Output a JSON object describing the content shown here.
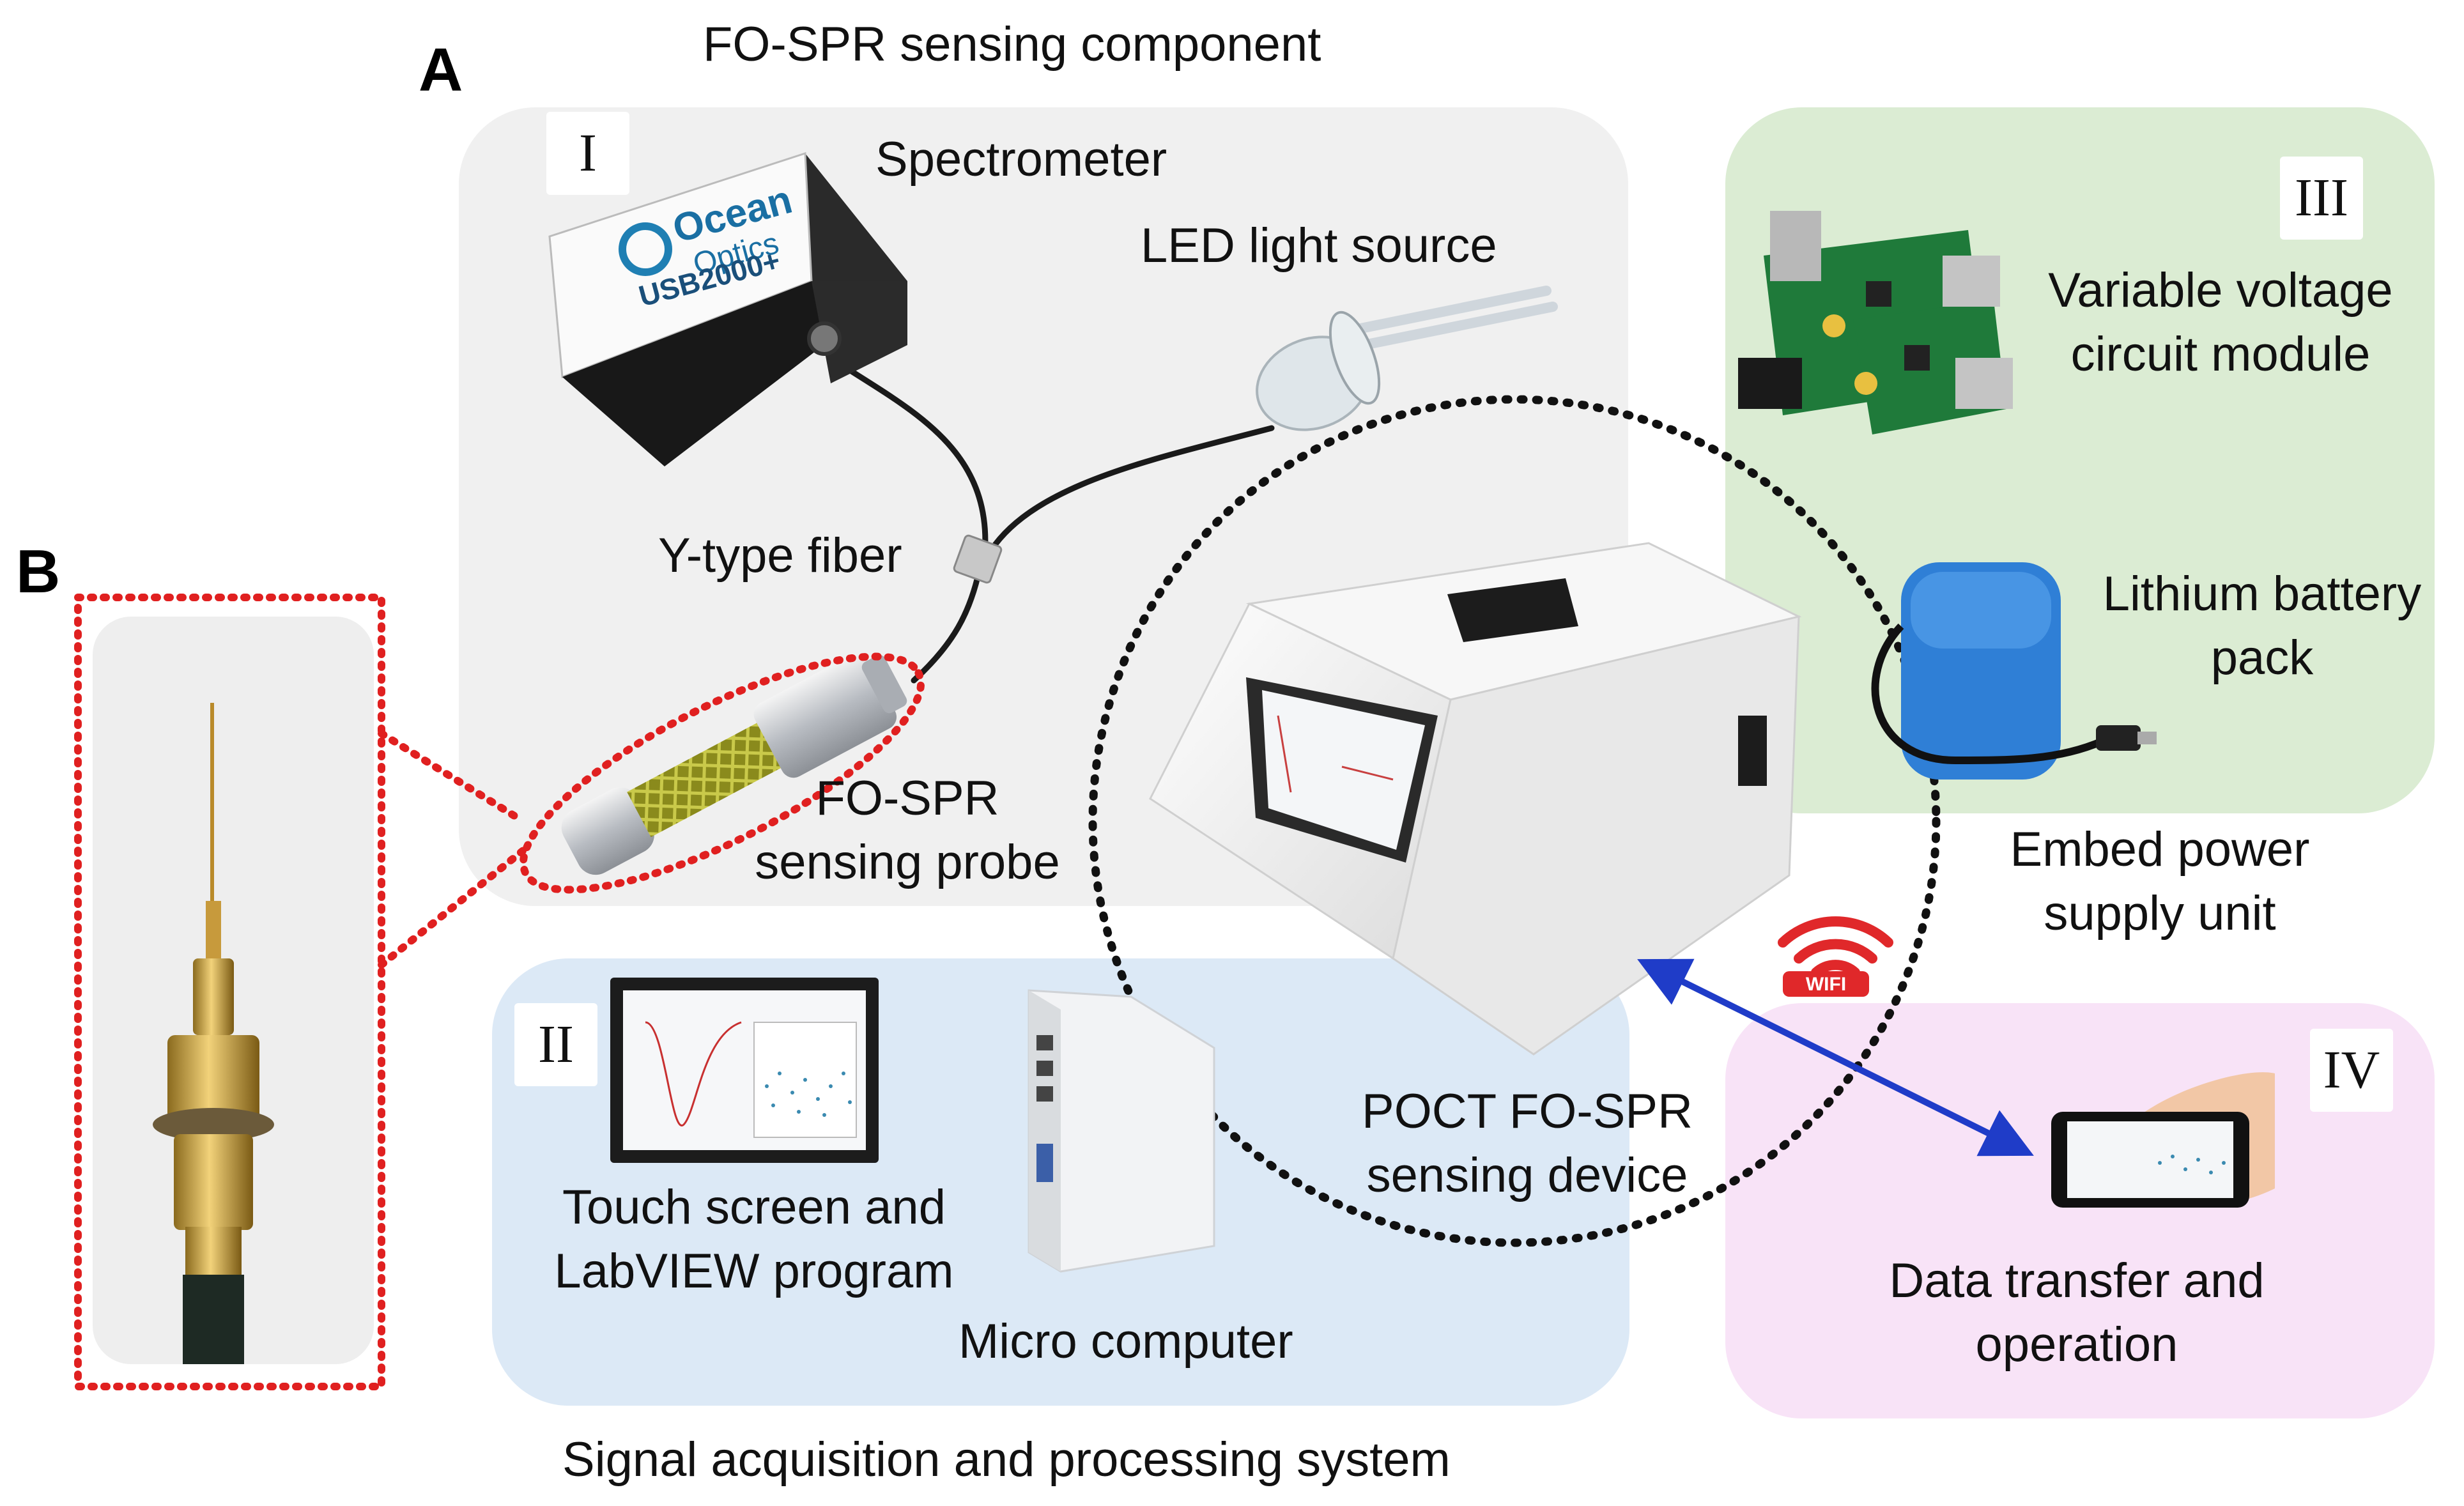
{
  "panels": {
    "a_letter": "A",
    "b_letter": "B"
  },
  "sections": {
    "fo_spr_component": "FO-SPR sensing component",
    "signal_system": "Signal acquisition and processing system",
    "power_unit": [
      "Embed power",
      "supply unit"
    ]
  },
  "roman": {
    "i": "I",
    "ii": "II",
    "iii": "III",
    "iv": "IV"
  },
  "labels": {
    "spectrometer": "Spectrometer",
    "led": "LED light source",
    "y_fiber": "Y-type fiber",
    "probe": [
      "FO-SPR",
      "sensing probe"
    ],
    "variable_voltage": [
      "Variable voltage",
      "circuit module"
    ],
    "battery": [
      "Lithium battery",
      "pack"
    ],
    "poct": [
      "POCT FO-SPR",
      "sensing device"
    ],
    "touch_screen": [
      "Touch screen and",
      "LabVIEW program"
    ],
    "micro_computer": "Micro computer",
    "data_transfer": [
      "Data transfer and",
      "operation"
    ],
    "wifi": "WIFI"
  },
  "spectrometer_brand": {
    "line1": "Ocean",
    "line2": "Optics",
    "model": "USB2000+"
  },
  "colors": {
    "panel_i": "#f0f0f0",
    "panel_ii": "#dce9f6",
    "panel_iii": "#dbecd3",
    "panel_iv": "#f8e3f7",
    "red_dotted": "#e02020",
    "arrow_blue": "#1f3cc8",
    "wifi_red": "#e0282a"
  }
}
